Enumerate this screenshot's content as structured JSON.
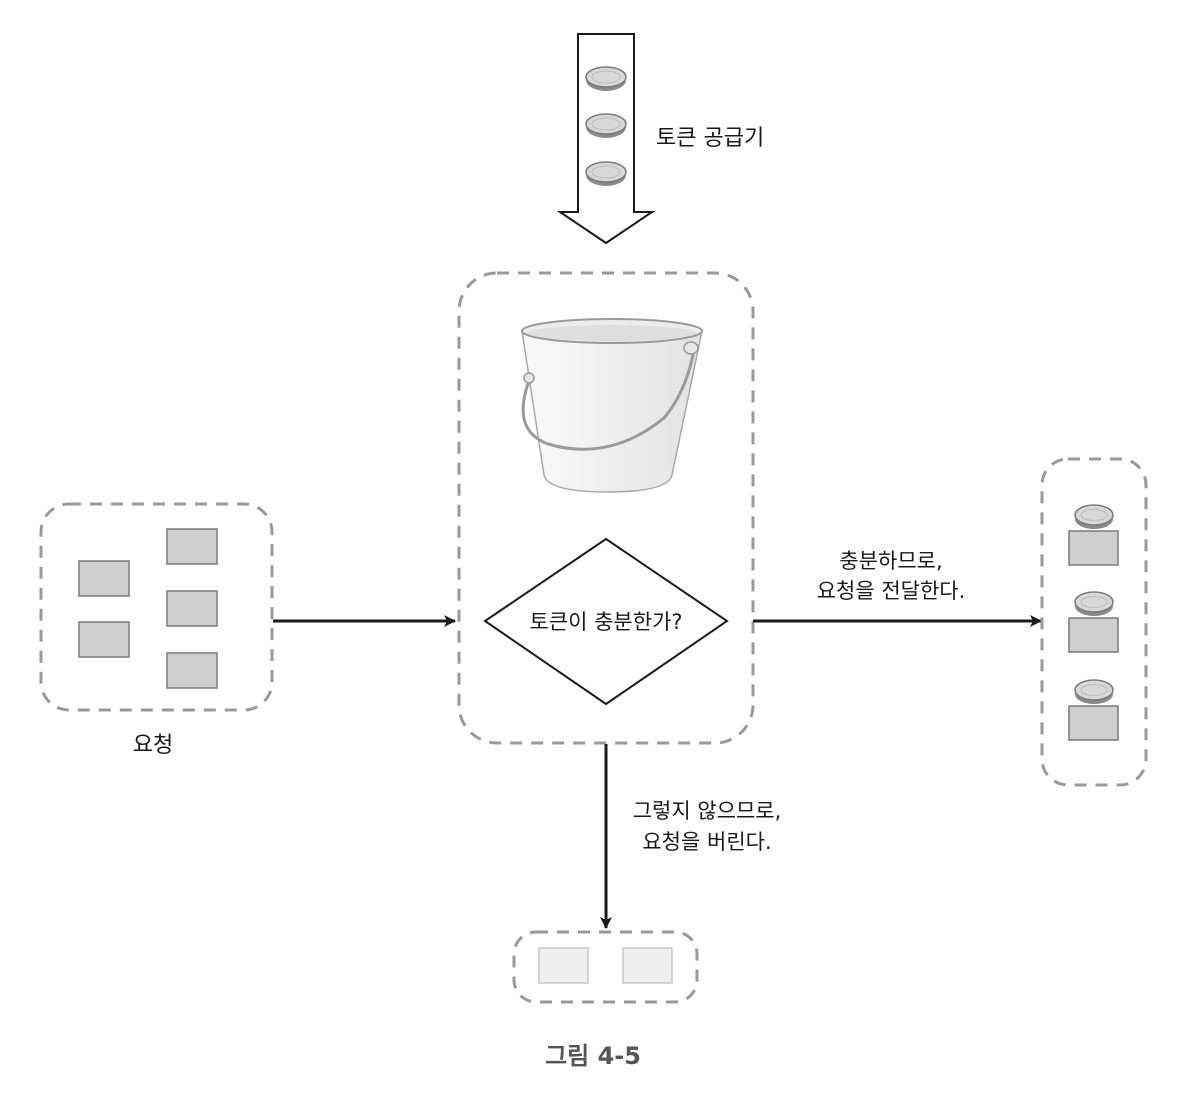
{
  "labels": {
    "token_supplier": "토큰 공급기",
    "requests": "요청",
    "decision": "토큰이 충분한가?",
    "forward_line1": "충분하므로,",
    "forward_line2": "요청을 전달한다.",
    "drop_line1": "그렇지 않으므로,",
    "drop_line2": "요청을 버린다.",
    "caption": "그림 4-5"
  },
  "counts": {
    "supplier_tokens": 3,
    "incoming_requests": 5,
    "forwarded_requests": 3,
    "dropped_requests": 2
  },
  "colors": {
    "line": "#1a1a1a",
    "dashed_border": "#9a9a9a",
    "request_fill": "#cfcfcf",
    "request_stroke": "#7a7a7a",
    "dropped_fill": "#efefef",
    "dropped_stroke": "#c8c8c8",
    "token_fill": "#d8d8d8",
    "token_rim": "#8a8a8a",
    "bucket_fill": "#f2f2f2",
    "bucket_stroke": "#a0a0a0",
    "caption_text": "#555555"
  },
  "icons": {
    "supplier": "down-arrow-icon",
    "token": "token-coin-icon",
    "bucket": "bucket-icon",
    "decision": "diamond-decision-icon"
  }
}
